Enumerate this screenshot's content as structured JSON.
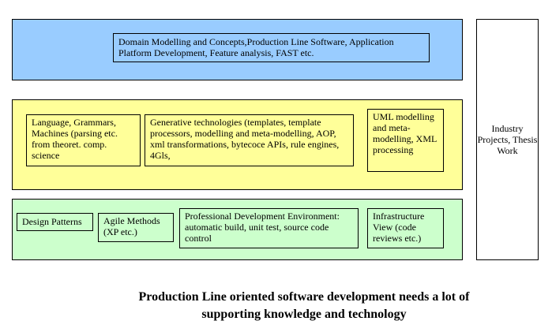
{
  "layers": {
    "top": {
      "text": "Domain Modelling and Concepts,Production Line Software, Application Platform Development, Feature analysis, FAST etc."
    },
    "middle": {
      "boxes": [
        "Language, Grammars, Machines (parsing etc. from theoret. comp. science",
        "Generative technologies (templates, template processors, modelling and meta-modelling, AOP, xml transformations, bytecoce APIs, rule engines, 4Gls,",
        "UML modelling and meta-modelling, XML processing"
      ]
    },
    "bottom": {
      "boxes": [
        "Design Patterns",
        "Agile Methods (XP etc.)",
        "Professional Development Environment: automatic build, unit test, source code control",
        "Infrastructure View (code reviews etc.)"
      ]
    }
  },
  "side": {
    "label": "Industry Projects, Thesis Work"
  },
  "caption": "Production Line oriented software development needs a lot of supporting knowledge and technology",
  "colors": {
    "top_layer": "#99ccff",
    "middle_layer": "#ffff99",
    "bottom_layer": "#ccffcc",
    "side_panel": "#ffffff"
  }
}
